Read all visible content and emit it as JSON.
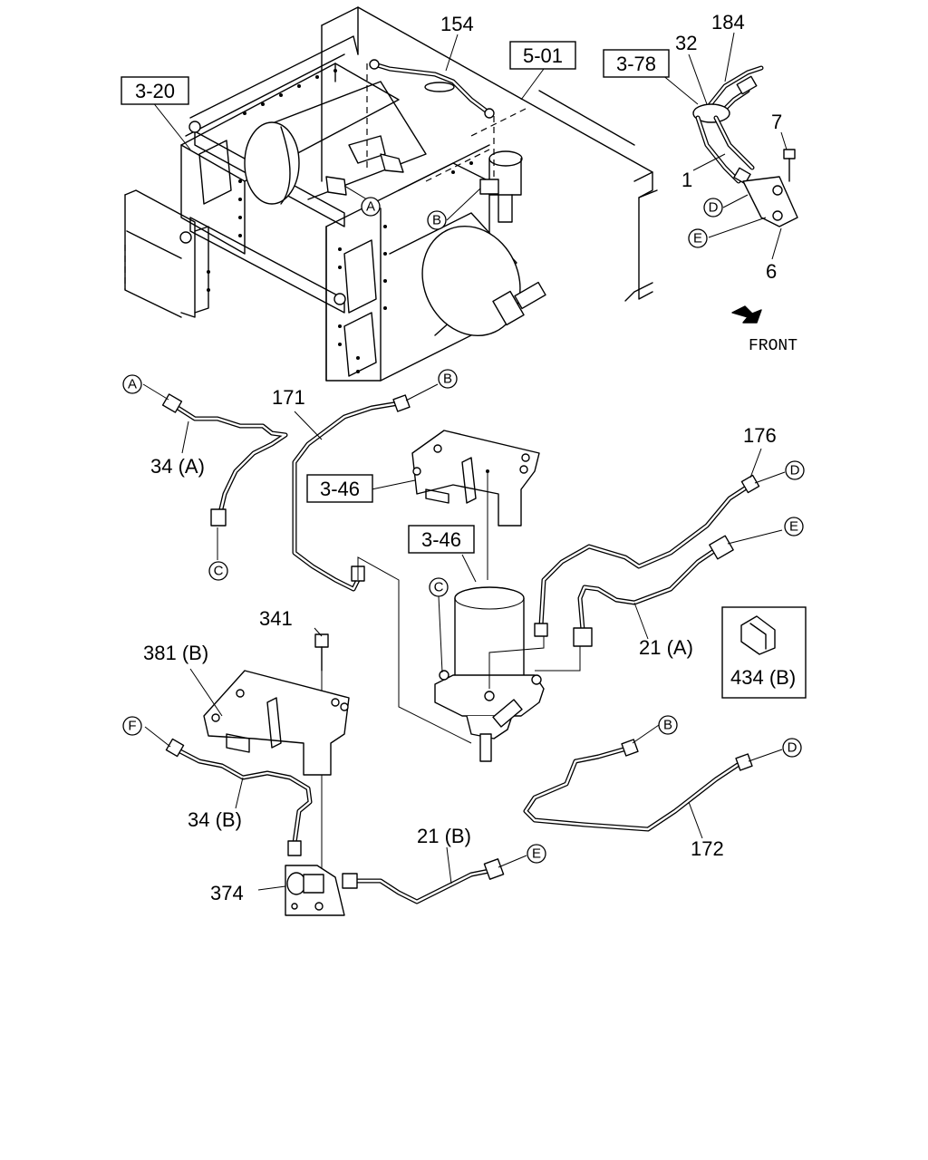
{
  "ref_boxes": {
    "r320": "3-20",
    "r501": "5-01",
    "r378": "3-78",
    "r346a": "3-46",
    "r346b": "3-46"
  },
  "part_labels": {
    "p154": "154",
    "p184": "184",
    "p32": "32",
    "p7": "7",
    "p1": "1",
    "p6": "6",
    "p171": "171",
    "p34a": "34 (A)",
    "p176": "176",
    "p21a": "21 (A)",
    "p341": "341",
    "p381b": "381 (B)",
    "p434b": "434 (B)",
    "p34b": "34 (B)",
    "p21b": "21 (B)",
    "p172": "172",
    "p374": "374"
  },
  "connector_letters": {
    "A": "A",
    "B": "B",
    "C": "C",
    "D": "D",
    "E": "E",
    "F": "F"
  },
  "direction_label": "FRONT"
}
